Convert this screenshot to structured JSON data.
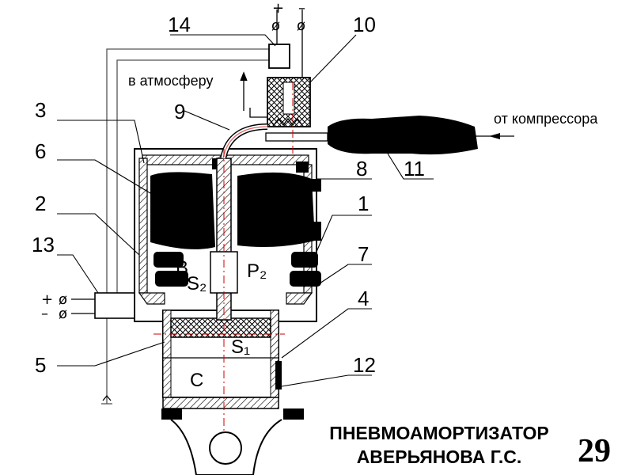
{
  "title": {
    "line1": "ПНЕВМОАМОРТИЗАТОР",
    "line2": "АВЕРЬЯНОВА Г.С."
  },
  "page_number": "29",
  "labels": {
    "to_atmosphere": "в атмосферу",
    "from_compressor": "от компрессора",
    "plus": "+",
    "minus": "–",
    "terminal": "ø",
    "chamber_b": "B",
    "chamber_c": "C",
    "pressure_p2": "P₂",
    "area_s1": "S₁",
    "area_s2": "S₂"
  },
  "callouts": [
    "14",
    "10",
    "3",
    "9",
    "6",
    "8",
    "11",
    "2",
    "1",
    "13",
    "7",
    "4",
    "5",
    "12"
  ]
}
